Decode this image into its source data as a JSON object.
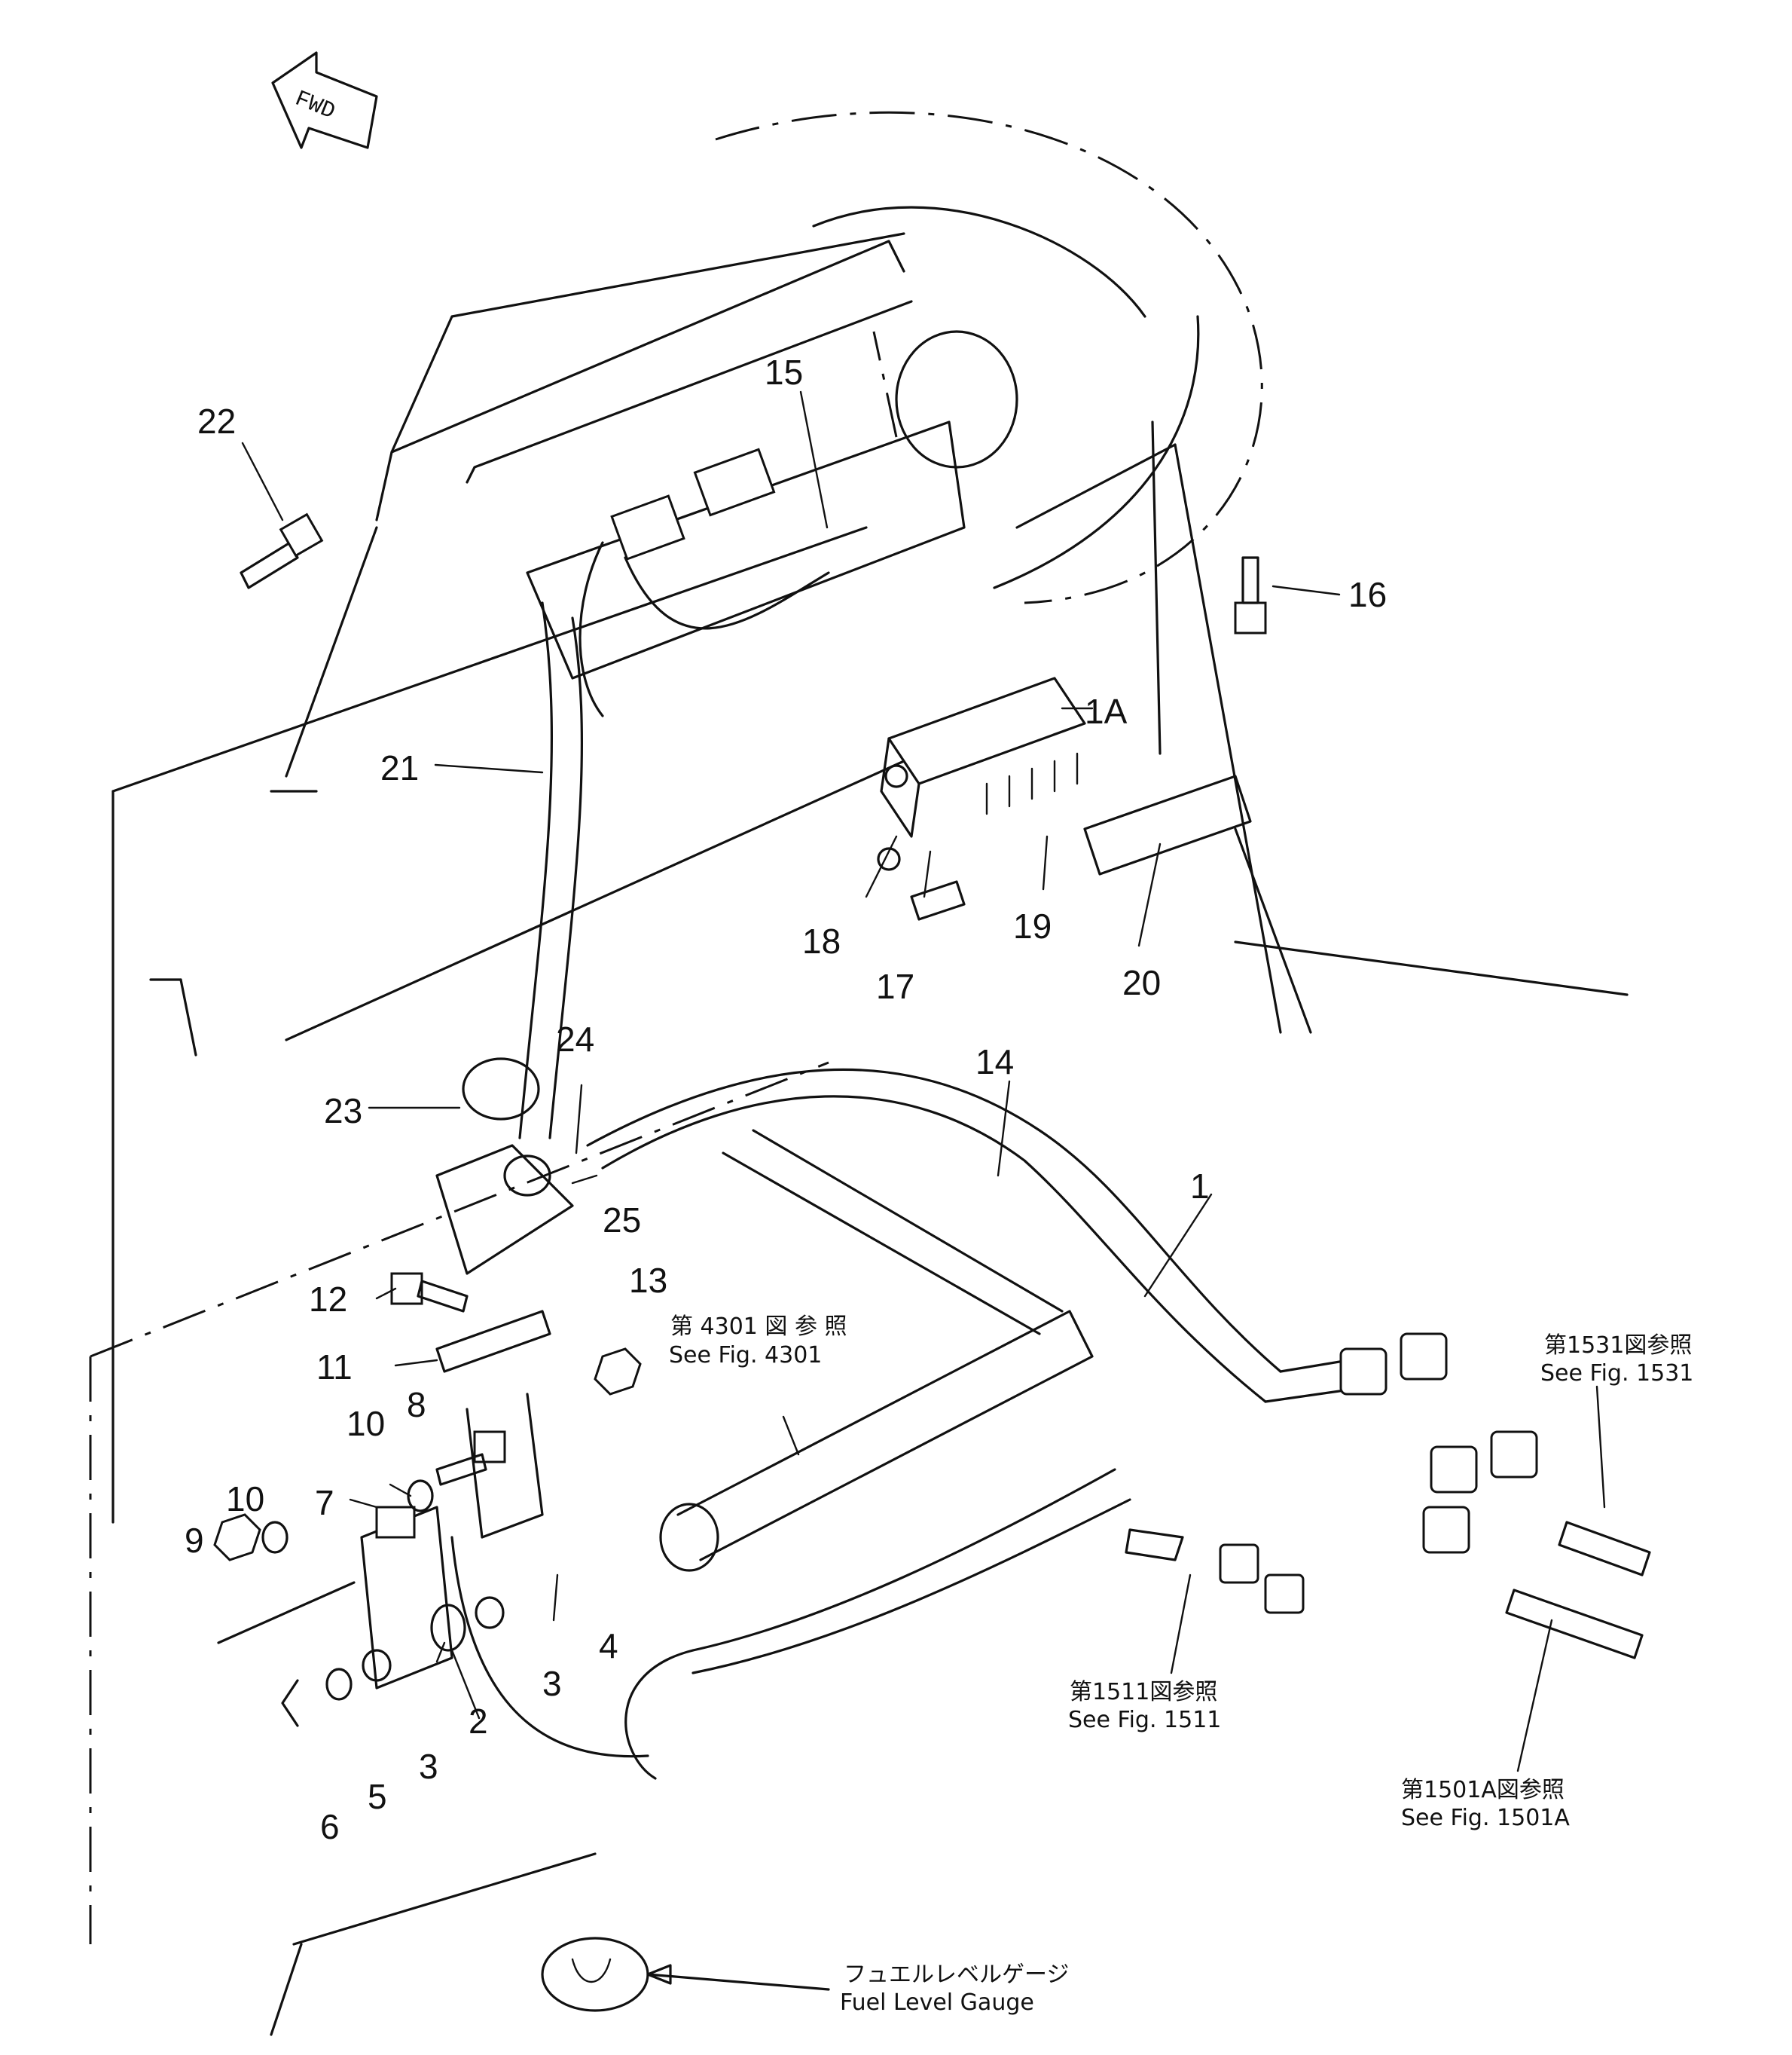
{
  "direction_marker": "FWD",
  "part_numbers": {
    "p1": "1",
    "p1a": "1A",
    "p2": "2",
    "p3a": "3",
    "p3b": "3",
    "p4": "4",
    "p5": "5",
    "p6": "6",
    "p7": "7",
    "p8": "8",
    "p9": "9",
    "p10a": "10",
    "p10b": "10",
    "p11": "11",
    "p12": "12",
    "p13": "13",
    "p14": "14",
    "p15": "15",
    "p16": "16",
    "p17": "17",
    "p18": "18",
    "p19": "19",
    "p20": "20",
    "p21": "21",
    "p22": "22",
    "p23": "23",
    "p24": "24",
    "p25": "25"
  },
  "references": {
    "fig4301_jp": "第 4301 図 参 照",
    "fig4301_en": "See Fig. 4301",
    "fig1531_jp": "第1531図参照",
    "fig1531_en": "See Fig. 1531",
    "fig1511_jp": "第1511図参照",
    "fig1511_en": "See Fig. 1511",
    "fig1501a_jp": "第1501A図参照",
    "fig1501a_en": "See Fig. 1501A",
    "fuel_jp": "フュエルレベルゲージ",
    "fuel_en": "Fuel Level Gauge"
  }
}
